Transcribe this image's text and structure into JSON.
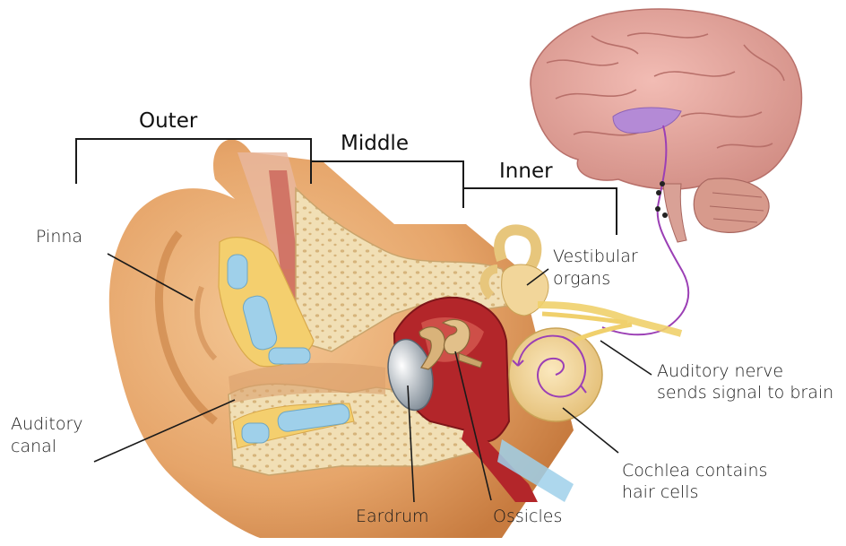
{
  "sections": {
    "outer": "Outer",
    "middle": "Middle",
    "inner": "Inner"
  },
  "labels": {
    "pinna": "Pinna",
    "auditory_canal_line1": "Auditory",
    "auditory_canal_line2": "canal",
    "vestibular_line1": "Vestibular",
    "vestibular_line2": "organs",
    "nerve_line1": "Auditory nerve",
    "nerve_line2": "sends signal to brain",
    "cochlea_line1": "Cochlea contains",
    "cochlea_line2": "hair cells",
    "eardrum": "Eardrum",
    "ossicles": "Ossicles"
  },
  "colors": {
    "skin": "#eab27a",
    "skin_shadow": "#c97f44",
    "bone": "#f1dfb5",
    "bone_pore": "#d9bd86",
    "fat": "#f4cf6e",
    "cartilage": "#9fd0ea",
    "middle_ear": "#b3262a",
    "brain": "#e7a7a0",
    "temporal_lobe": "#b48ad6",
    "cochlea": "#f2d69a",
    "nerve_path": "#9b3fb5"
  }
}
